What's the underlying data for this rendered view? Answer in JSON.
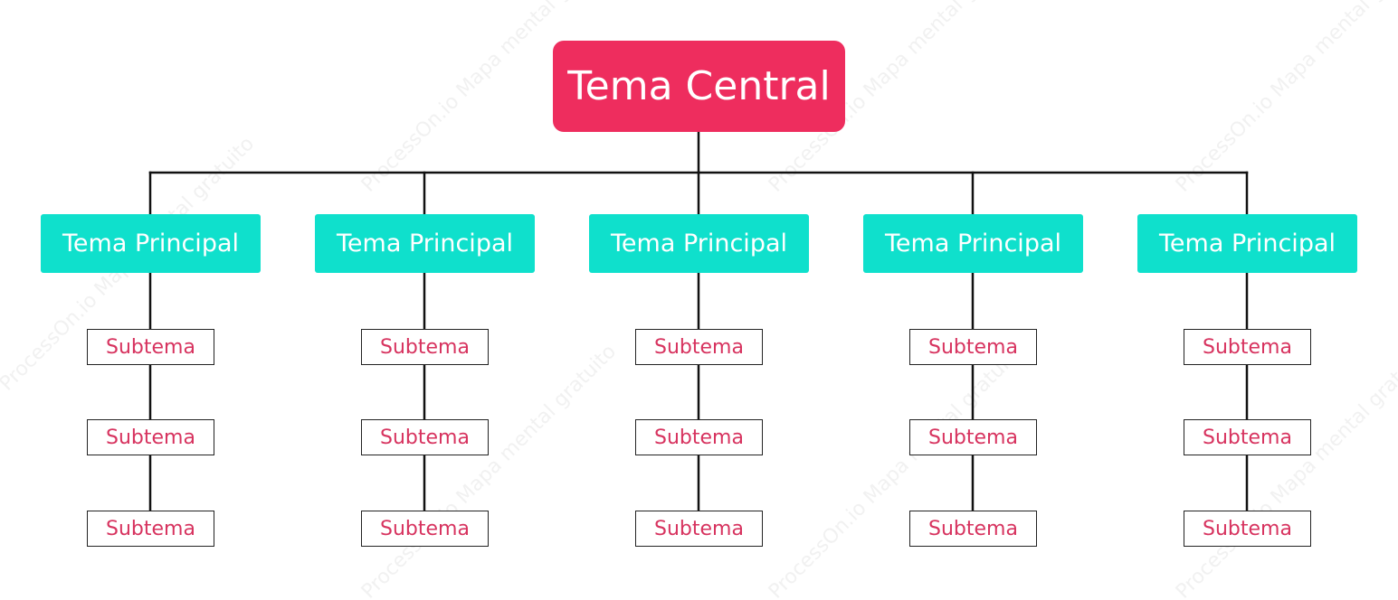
{
  "colors": {
    "central_fill": "#EE2D5E",
    "main_fill": "#0FE0CC",
    "sub_text": "#D7335F",
    "connector": "#111111"
  },
  "central": {
    "label": "Tema Central"
  },
  "branches": [
    {
      "label": "Tema Principal",
      "subtopics": [
        "Subtema",
        "Subtema",
        "Subtema"
      ]
    },
    {
      "label": "Tema Principal",
      "subtopics": [
        "Subtema",
        "Subtema",
        "Subtema"
      ]
    },
    {
      "label": "Tema Principal",
      "subtopics": [
        "Subtema",
        "Subtema",
        "Subtema"
      ]
    },
    {
      "label": "Tema Principal",
      "subtopics": [
        "Subtema",
        "Subtema",
        "Subtema"
      ]
    },
    {
      "label": "Tema Principal",
      "subtopics": [
        "Subtema",
        "Subtema",
        "Subtema"
      ]
    }
  ],
  "watermark": {
    "text": "ProcessOn.io Mapa mental gratuito"
  }
}
